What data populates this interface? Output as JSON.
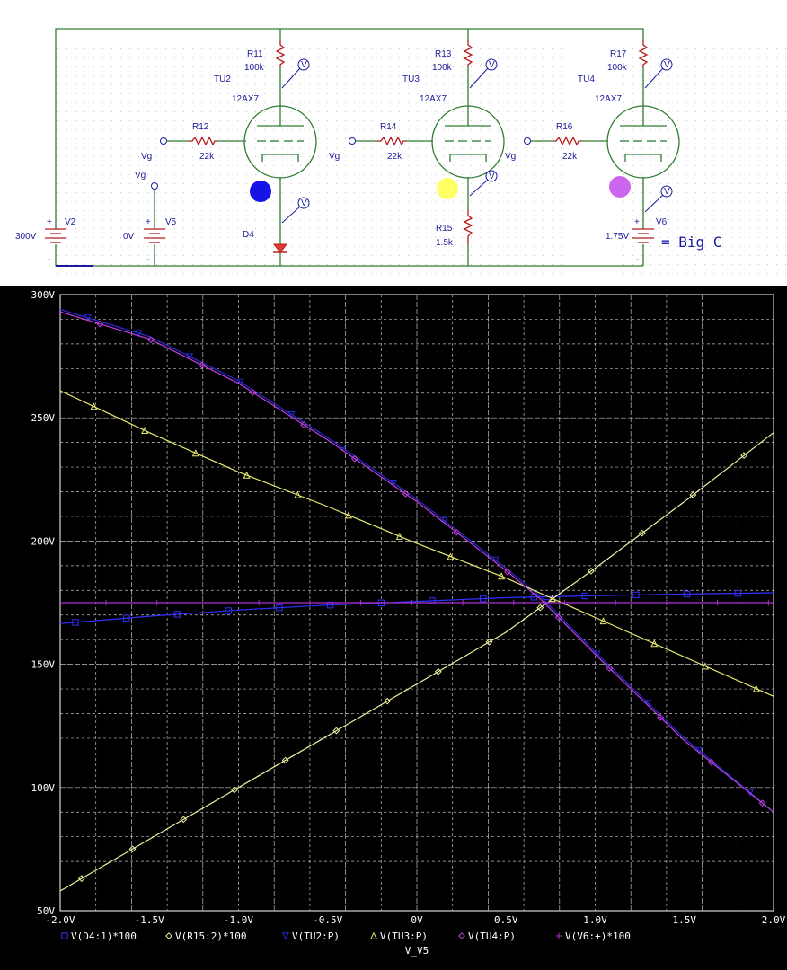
{
  "schematic": {
    "labels": {
      "v2": "V2",
      "v2_val": "300V",
      "v5": "V5",
      "v5_val": "0V",
      "v6": "V6",
      "v6_val": "1.75V",
      "vg": "Vg",
      "r11": "R11",
      "r11_val": "100k",
      "r12": "R12",
      "r12_val": "22k",
      "r13": "R13",
      "r13_val": "100k",
      "r14": "R14",
      "r14_val": "22k",
      "r15": "R15",
      "r15_val": "1.5k",
      "r16": "R16",
      "r16_val": "22k",
      "r17": "R17",
      "r17_val": "100k",
      "tu2": "TU2",
      "tu3": "TU3",
      "tu4": "TU4",
      "tube": "12AX7",
      "d4": "D4",
      "probe": "V",
      "plus": "+",
      "minus": "-",
      "big_c": "= Big C"
    },
    "marker_colors": {
      "blue": "#1414e6",
      "yellow": "#ffff66",
      "purple": "#cc66ee"
    },
    "wire_color": "#2e7d32",
    "part_color": "#b71c1c",
    "diode_color": "#e53935"
  },
  "chart_data": {
    "type": "line",
    "xlabel": "V_V5",
    "xlim": [
      -2.0,
      2.0
    ],
    "ylim": [
      50,
      300
    ],
    "x_ticks": [
      "-2.0V",
      "-1.5V",
      "-1.0V",
      "-0.5V",
      "0V",
      "0.5V",
      "1.0V",
      "1.5V",
      "2.0V"
    ],
    "y_ticks": [
      "50V",
      "100V",
      "150V",
      "200V",
      "250V",
      "300V"
    ],
    "grid": true,
    "background": "#000000",
    "series": [
      {
        "name": "V(D4:1)*100",
        "color": "#3030ff",
        "marker": "square",
        "x": [
          -2.0,
          -1.5,
          -1.0,
          -0.5,
          0.0,
          0.5,
          1.0,
          1.5,
          2.0
        ],
        "y": [
          166.5,
          169.5,
          172.0,
          174.0,
          175.5,
          177.0,
          177.8,
          178.5,
          179.0
        ]
      },
      {
        "name": "V(R15:2)*100",
        "color": "#f0f0a0",
        "marker": "diamond",
        "x": [
          -2.0,
          -1.5,
          -1.0,
          -0.5,
          0.0,
          0.5,
          1.0,
          1.5,
          2.0
        ],
        "y": [
          58,
          79,
          100,
          121,
          142,
          163,
          189,
          216,
          244
        ]
      },
      {
        "name": "V(TU2:P)",
        "color": "#2a2ad8",
        "marker": "triangle-down",
        "x": [
          -2.0,
          -1.5,
          -1.0,
          -0.5,
          0.0,
          0.5,
          0.7,
          1.0,
          1.5,
          2.0
        ],
        "y": [
          294,
          283,
          265,
          242,
          217,
          189,
          177,
          155,
          120,
          90
        ]
      },
      {
        "name": "V(TU3:P)",
        "color": "#e8e870",
        "marker": "triangle",
        "x": [
          -2.0,
          -1.5,
          -1.0,
          -0.5,
          0.0,
          0.5,
          1.0,
          1.5,
          2.0
        ],
        "y": [
          261,
          244,
          228,
          214,
          199,
          185,
          169,
          153,
          137
        ]
      },
      {
        "name": "V(TU4:P)",
        "color": "#c040e0",
        "marker": "diamond",
        "x": [
          -2.0,
          -1.5,
          -1.0,
          -0.5,
          0.0,
          0.5,
          0.7,
          1.0,
          1.5,
          2.0
        ],
        "y": [
          293,
          282,
          264,
          241,
          216,
          188,
          176,
          154,
          119,
          90
        ]
      },
      {
        "name": "V(V6:+)*100",
        "color": "#b030d0",
        "marker": "plus",
        "x": [
          -2.0,
          2.0
        ],
        "y": [
          175,
          175
        ]
      }
    ]
  }
}
